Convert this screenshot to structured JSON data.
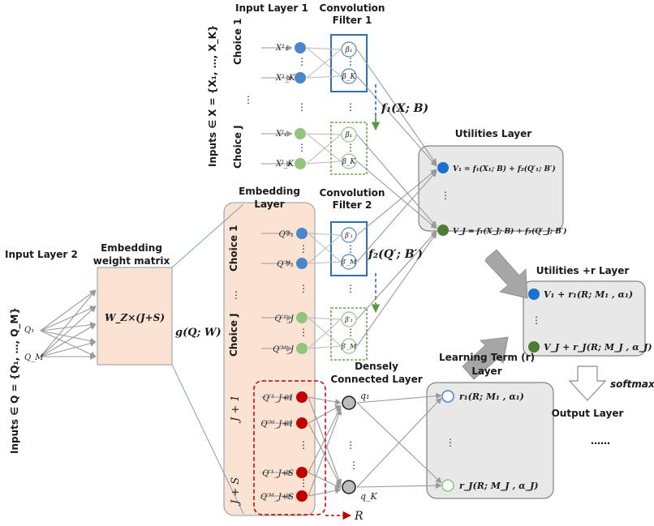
{
  "labels": {
    "input_layer_1": "Input Layer 1",
    "conv_filter_1_l1": "Convolution",
    "conv_filter_1_l2": "Filter 1",
    "inputs_x": "Inputs ∈ X = {X₁, …, X_K}",
    "choice_1": "Choice 1",
    "choice_j": "Choice J",
    "f1": "f₁(X; B)",
    "utilities_layer": "Utilities Layer",
    "embedding_layer_l1": "Embedding",
    "embedding_layer_l2": "Layer",
    "conv_filter_2_l1": "Convolution",
    "conv_filter_2_l2": "Filter 2",
    "f2": "f₂(Q′; B′)",
    "input_layer_2": "Input Layer 2",
    "embedding_matrix_l1": "Embedding",
    "embedding_matrix_l2": "weight matrix",
    "inputs_q": "Inputs ∈ Q = {Q₁, …, Q_M}",
    "q1": "Q₁",
    "qm": "Q_M",
    "w_matrix": "W_Z×(J+S)",
    "g": "g(Q; W)",
    "utilities_r_layer": "Utilities +r Layer",
    "densely_l1": "Densely",
    "densely_l2": "Connected Layer",
    "learning_l1": "Learning Term (r)",
    "learning_l2": "Layer",
    "softmax": "softmax",
    "output_layer": "Output Layer",
    "output_dots": "……",
    "j_plus_1": "J + 1",
    "j_plus_s": "J + S",
    "dense_q1": "q₁",
    "dense_qk": "q_K",
    "r_output": "R"
  },
  "input1_nodes": [
    "X¹₁",
    "X¹_K",
    "Xᴶ₁",
    "Xᴶ_K"
  ],
  "filter1_nodes": [
    "β₁",
    "β_K",
    "β₁",
    "β_K"
  ],
  "embedding_nodes": [
    "Q′¹₁",
    "Q′ᴹ₁",
    "Q′¹_J",
    "Q′ᴹ_J",
    "Q′¹_J+1",
    "Q′ᴹ_J+1",
    "Q′¹_J+S",
    "Q′ᴹ_J+S"
  ],
  "filter2_nodes": [
    "β′₁",
    "β′_M",
    "β′₁",
    "β′_M"
  ],
  "utilities": [
    "V₁ = f₁(X₁; B) + f₂(Q′₁; B′)",
    "V_J = f₁(X_J; B) + f₂(Q′_J; B′)"
  ],
  "utilities_r": [
    "V₁ + r₁(R; M₁ , α₁)",
    "V_J + r_J(R; M_J , α_J)"
  ],
  "learning_terms": [
    "r₁(R; M₁ , α₁)",
    "r_J(R; M_J , α_J)"
  ],
  "colors": {
    "blue": "#4a86c8",
    "green": "#93c47d",
    "dark_green": "#4e7d32",
    "red": "#c00000",
    "gray_node": "#bdbdbd",
    "peach": "#fbe3d3",
    "panel": "#e8e8e8",
    "arrow_fill": "#a6a6a6",
    "dashed_blue": "#2e5fb0",
    "dashed_green": "#5a9a3a",
    "dashed_red": "#c00000"
  }
}
